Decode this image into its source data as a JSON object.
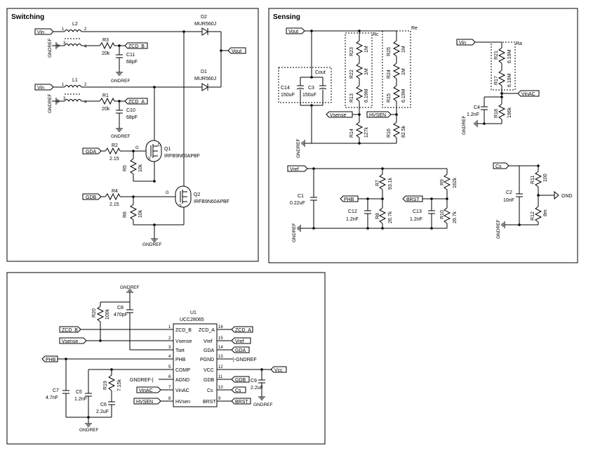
{
  "panels": {
    "switching": {
      "title": "Switching"
    },
    "sensing": {
      "title": "Sensing"
    }
  },
  "ports": {
    "vin_top": "Vin",
    "vin_mid": "Vin",
    "vout_out": "Vout",
    "zcd_b_top": "ZCD_B",
    "zcd_a_top": "ZCD_A",
    "gda_in": "GDA",
    "gdb_in": "GDB",
    "vout_sense": "Vout",
    "vsense_out": "Vsense",
    "hvsen_out": "HVSEN",
    "vin_sense": "Vin",
    "vinac_out": "VinAC",
    "vref_in": "Vref",
    "phb_out": "PHB",
    "brst_out": "BRST",
    "cs_in": "Cs",
    "u1_zcd_b": "ZCD_B",
    "u1_vsense": "Vsense",
    "u1_phb": "PHB",
    "u1_vinac": "VinAC",
    "u1_hvsen": "HVSEN",
    "u1_zcd_a": "ZCD_A",
    "u1_vref": "Vref",
    "u1_gda": "GDA",
    "u1_gdb": "GDB",
    "u1_cs": "Cs",
    "u1_brst": "BRST",
    "u1_vcc": "Vcc"
  },
  "labels": {
    "gndref": "GNDREF",
    "gnd": "GND",
    "gndref_dash": "GNDREF-|",
    "dash_gndref": "|-GNDREF",
    "cout": "Cout",
    "rc": "Rc",
    "re": "Re",
    "ra": "Ra",
    "q_g": "G",
    "q_s": "S",
    "q_d": "D",
    "pin1": "1",
    "pin2": "2",
    "pin3": "3",
    "pin4": "4"
  },
  "components": {
    "L2": {
      "ref": "L2"
    },
    "L1": {
      "ref": "L1"
    },
    "D2": {
      "ref": "D2",
      "value": "MUR560J"
    },
    "D1": {
      "ref": "D1",
      "value": "MUR560J"
    },
    "R3": {
      "ref": "R3",
      "value": "20k"
    },
    "C11": {
      "ref": "C11",
      "value": "68pF"
    },
    "R1": {
      "ref": "R1",
      "value": "20k"
    },
    "C10": {
      "ref": "C10",
      "value": "68pF"
    },
    "R2": {
      "ref": "R2",
      "value": "2.15"
    },
    "R5": {
      "ref": "R5",
      "value": "10k"
    },
    "Q1": {
      "ref": "Q1",
      "value": "IRFB9N60APBF"
    },
    "R4": {
      "ref": "R4",
      "value": "2.15"
    },
    "R6": {
      "ref": "R6",
      "value": "10k"
    },
    "Q2": {
      "ref": "Q2",
      "value": "IRFB9N60APBF"
    },
    "C14": {
      "ref": "C14",
      "value": "150uF"
    },
    "C3": {
      "ref": "C3",
      "value": "150uF"
    },
    "R23": {
      "ref": "R23",
      "value": "1M"
    },
    "R22": {
      "ref": "R22",
      "value": "1M"
    },
    "R13": {
      "ref": "R13",
      "value": "6.19M"
    },
    "R14": {
      "ref": "R14",
      "value": "127k"
    },
    "R25": {
      "ref": "R25",
      "value": "1M"
    },
    "R24": {
      "ref": "R24",
      "value": "1M"
    },
    "R15": {
      "ref": "R15",
      "value": "6.19M"
    },
    "R16": {
      "ref": "R16",
      "value": "82.5k"
    },
    "R21": {
      "ref": "R21",
      "value": "6.19M"
    },
    "R17": {
      "ref": "R17",
      "value": "6.19M"
    },
    "R18": {
      "ref": "R18",
      "value": "196k"
    },
    "C4": {
      "ref": "C4",
      "value": "1.2nF"
    },
    "C1": {
      "ref": "C1",
      "value": "0.22uF"
    },
    "R7": {
      "ref": "R7",
      "value": "93.1k"
    },
    "R8": {
      "ref": "R8",
      "value": "26.7k"
    },
    "C12": {
      "ref": "C12",
      "value": "1.2nF"
    },
    "R9": {
      "ref": "R9",
      "value": "162k"
    },
    "R10": {
      "ref": "R10",
      "value": "26.7k"
    },
    "C13": {
      "ref": "C13",
      "value": "1.2nF"
    },
    "R11": {
      "ref": "R11",
      "value": "100"
    },
    "R12": {
      "ref": "R12",
      "value": "8m"
    },
    "C2": {
      "ref": "C2",
      "value": "10nF"
    },
    "R20": {
      "ref": "R20",
      "value": "100k"
    },
    "C8": {
      "ref": "C8",
      "value": "470pF"
    },
    "C7": {
      "ref": "C7",
      "value": "4.7nF"
    },
    "C5": {
      "ref": "C5",
      "value": "1.2nF"
    },
    "R19": {
      "ref": "R19",
      "value": "7.15k"
    },
    "C6": {
      "ref": "C6",
      "value": "2.2uF"
    },
    "C9": {
      "ref": "C9",
      "value": "2.2uF"
    },
    "U1": {
      "ref": "U1",
      "value": "UCC28065"
    }
  },
  "u1_pins": {
    "p1": {
      "num": "1",
      "name": "ZCD_B"
    },
    "p2": {
      "num": "2",
      "name": "Vsense"
    },
    "p3": {
      "num": "3",
      "name": "Tset"
    },
    "p4": {
      "num": "4",
      "name": "PHB"
    },
    "p5": {
      "num": "5",
      "name": "COMP"
    },
    "p6": {
      "num": "6",
      "name": "AGND"
    },
    "p7": {
      "num": "7",
      "name": "VinAC"
    },
    "p8": {
      "num": "8",
      "name": "HVsen"
    },
    "p9": {
      "num": "9",
      "name": "BRST"
    },
    "p10": {
      "num": "10",
      "name": "Cs"
    },
    "p11": {
      "num": "11",
      "name": "GDB"
    },
    "p12": {
      "num": "12",
      "name": "VCC"
    },
    "p13": {
      "num": "13",
      "name": "PGND"
    },
    "p14": {
      "num": "14",
      "name": "GDA"
    },
    "p15": {
      "num": "15",
      "name": "Vref"
    },
    "p16": {
      "num": "16",
      "name": "ZCD_A"
    }
  }
}
